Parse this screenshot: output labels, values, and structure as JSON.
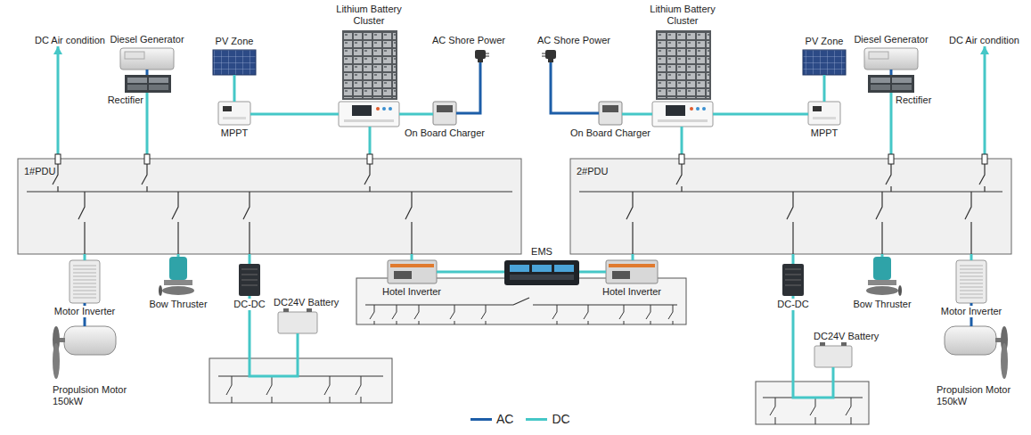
{
  "diagram": {
    "nodes": [
      {
        "text": [
          "DC Air condition"
        ]
      },
      {
        "text": [
          "Diesel Generator"
        ]
      },
      {
        "text": [
          "PV Zone"
        ]
      },
      {
        "text": [
          "Lithium Battery Cluster"
        ]
      },
      {
        "text": [
          "AC Shore Power"
        ]
      },
      {
        "text": [
          "Rectifier"
        ]
      },
      {
        "text": [
          "MPPT"
        ]
      },
      {
        "text": [
          "On Board Charger"
        ]
      },
      {
        "text": [
          "AC Shore Power"
        ]
      },
      {
        "text": [
          "Lithium Battery Cluster"
        ]
      },
      {
        "text": [
          "PV Zone"
        ]
      },
      {
        "text": [
          "Diesel Generator"
        ]
      },
      {
        "text": [
          "DC Air condition"
        ]
      },
      {
        "text": [
          "On Board Charger"
        ]
      },
      {
        "text": [
          "MPPT"
        ]
      },
      {
        "text": [
          "Rectifier"
        ]
      },
      {
        "text": [
          "1#PDU"
        ]
      },
      {
        "text": [
          "2#PDU"
        ]
      },
      {
        "text": [
          "Motor Inverter"
        ]
      },
      {
        "text": [
          "Bow Thruster"
        ]
      },
      {
        "text": [
          "DC-DC"
        ]
      },
      {
        "text": [
          "DC24V Battery"
        ]
      },
      {
        "text": [
          "Hotel Inverter"
        ]
      },
      {
        "text": [
          "EMS"
        ]
      },
      {
        "text": [
          "Hotel Inverter"
        ]
      },
      {
        "text": [
          "DC-DC"
        ]
      },
      {
        "text": [
          "Bow Thruster"
        ]
      },
      {
        "text": [
          "Motor Inverter"
        ]
      },
      {
        "text": [
          "DC24V Battery"
        ]
      },
      {
        "text": [
          "Propulsion Motor 150kW"
        ]
      },
      {
        "text": [
          "Propulsion Motor 150kW"
        ]
      }
    ],
    "edges": [
      {
        "from": 16,
        "to": 0,
        "arrow": "to"
      },
      {
        "from": 1,
        "to": 5,
        "arrow": "none"
      },
      {
        "from": 5,
        "to": 16,
        "arrow": "none"
      },
      {
        "from": 2,
        "to": 6,
        "arrow": "none"
      },
      {
        "from": 6,
        "to": 3,
        "arrow": "none"
      },
      {
        "from": 4,
        "to": 7,
        "arrow": "none"
      },
      {
        "from": 7,
        "to": 3,
        "arrow": "none"
      },
      {
        "from": 3,
        "to": 16,
        "arrow": "none"
      },
      {
        "from": 8,
        "to": 13,
        "arrow": "none"
      },
      {
        "from": 13,
        "to": 9,
        "arrow": "none"
      },
      {
        "from": 10,
        "to": 14,
        "arrow": "none"
      },
      {
        "from": 14,
        "to": 9,
        "arrow": "none"
      },
      {
        "from": 11,
        "to": 15,
        "arrow": "none"
      },
      {
        "from": 15,
        "to": 17,
        "arrow": "none"
      },
      {
        "from": 9,
        "to": 17,
        "arrow": "none"
      },
      {
        "from": 17,
        "to": 12,
        "arrow": "to"
      },
      {
        "from": 16,
        "to": 18,
        "arrow": "none"
      },
      {
        "from": 18,
        "to": 29,
        "arrow": "none"
      },
      {
        "from": 16,
        "to": 19,
        "arrow": "none"
      },
      {
        "from": 16,
        "to": 20,
        "arrow": "none"
      },
      {
        "from": 20,
        "to": 21,
        "arrow": "none"
      },
      {
        "from": 16,
        "to": 22,
        "arrow": "none"
      },
      {
        "from": 22,
        "to": 23,
        "arrow": "none"
      },
      {
        "from": 23,
        "to": 24,
        "arrow": "none"
      },
      {
        "from": 17,
        "to": 24,
        "arrow": "none"
      },
      {
        "from": 17,
        "to": 25,
        "arrow": "none"
      },
      {
        "from": 25,
        "to": 28,
        "arrow": "none"
      },
      {
        "from": 17,
        "to": 26,
        "arrow": "none"
      },
      {
        "from": 17,
        "to": 27,
        "arrow": "none"
      },
      {
        "from": 27,
        "to": 30,
        "arrow": "none"
      }
    ],
    "legend": [
      {
        "text": "AC",
        "color": "#1d5ea8"
      },
      {
        "text": "DC",
        "color": "#45c7c7"
      }
    ]
  }
}
